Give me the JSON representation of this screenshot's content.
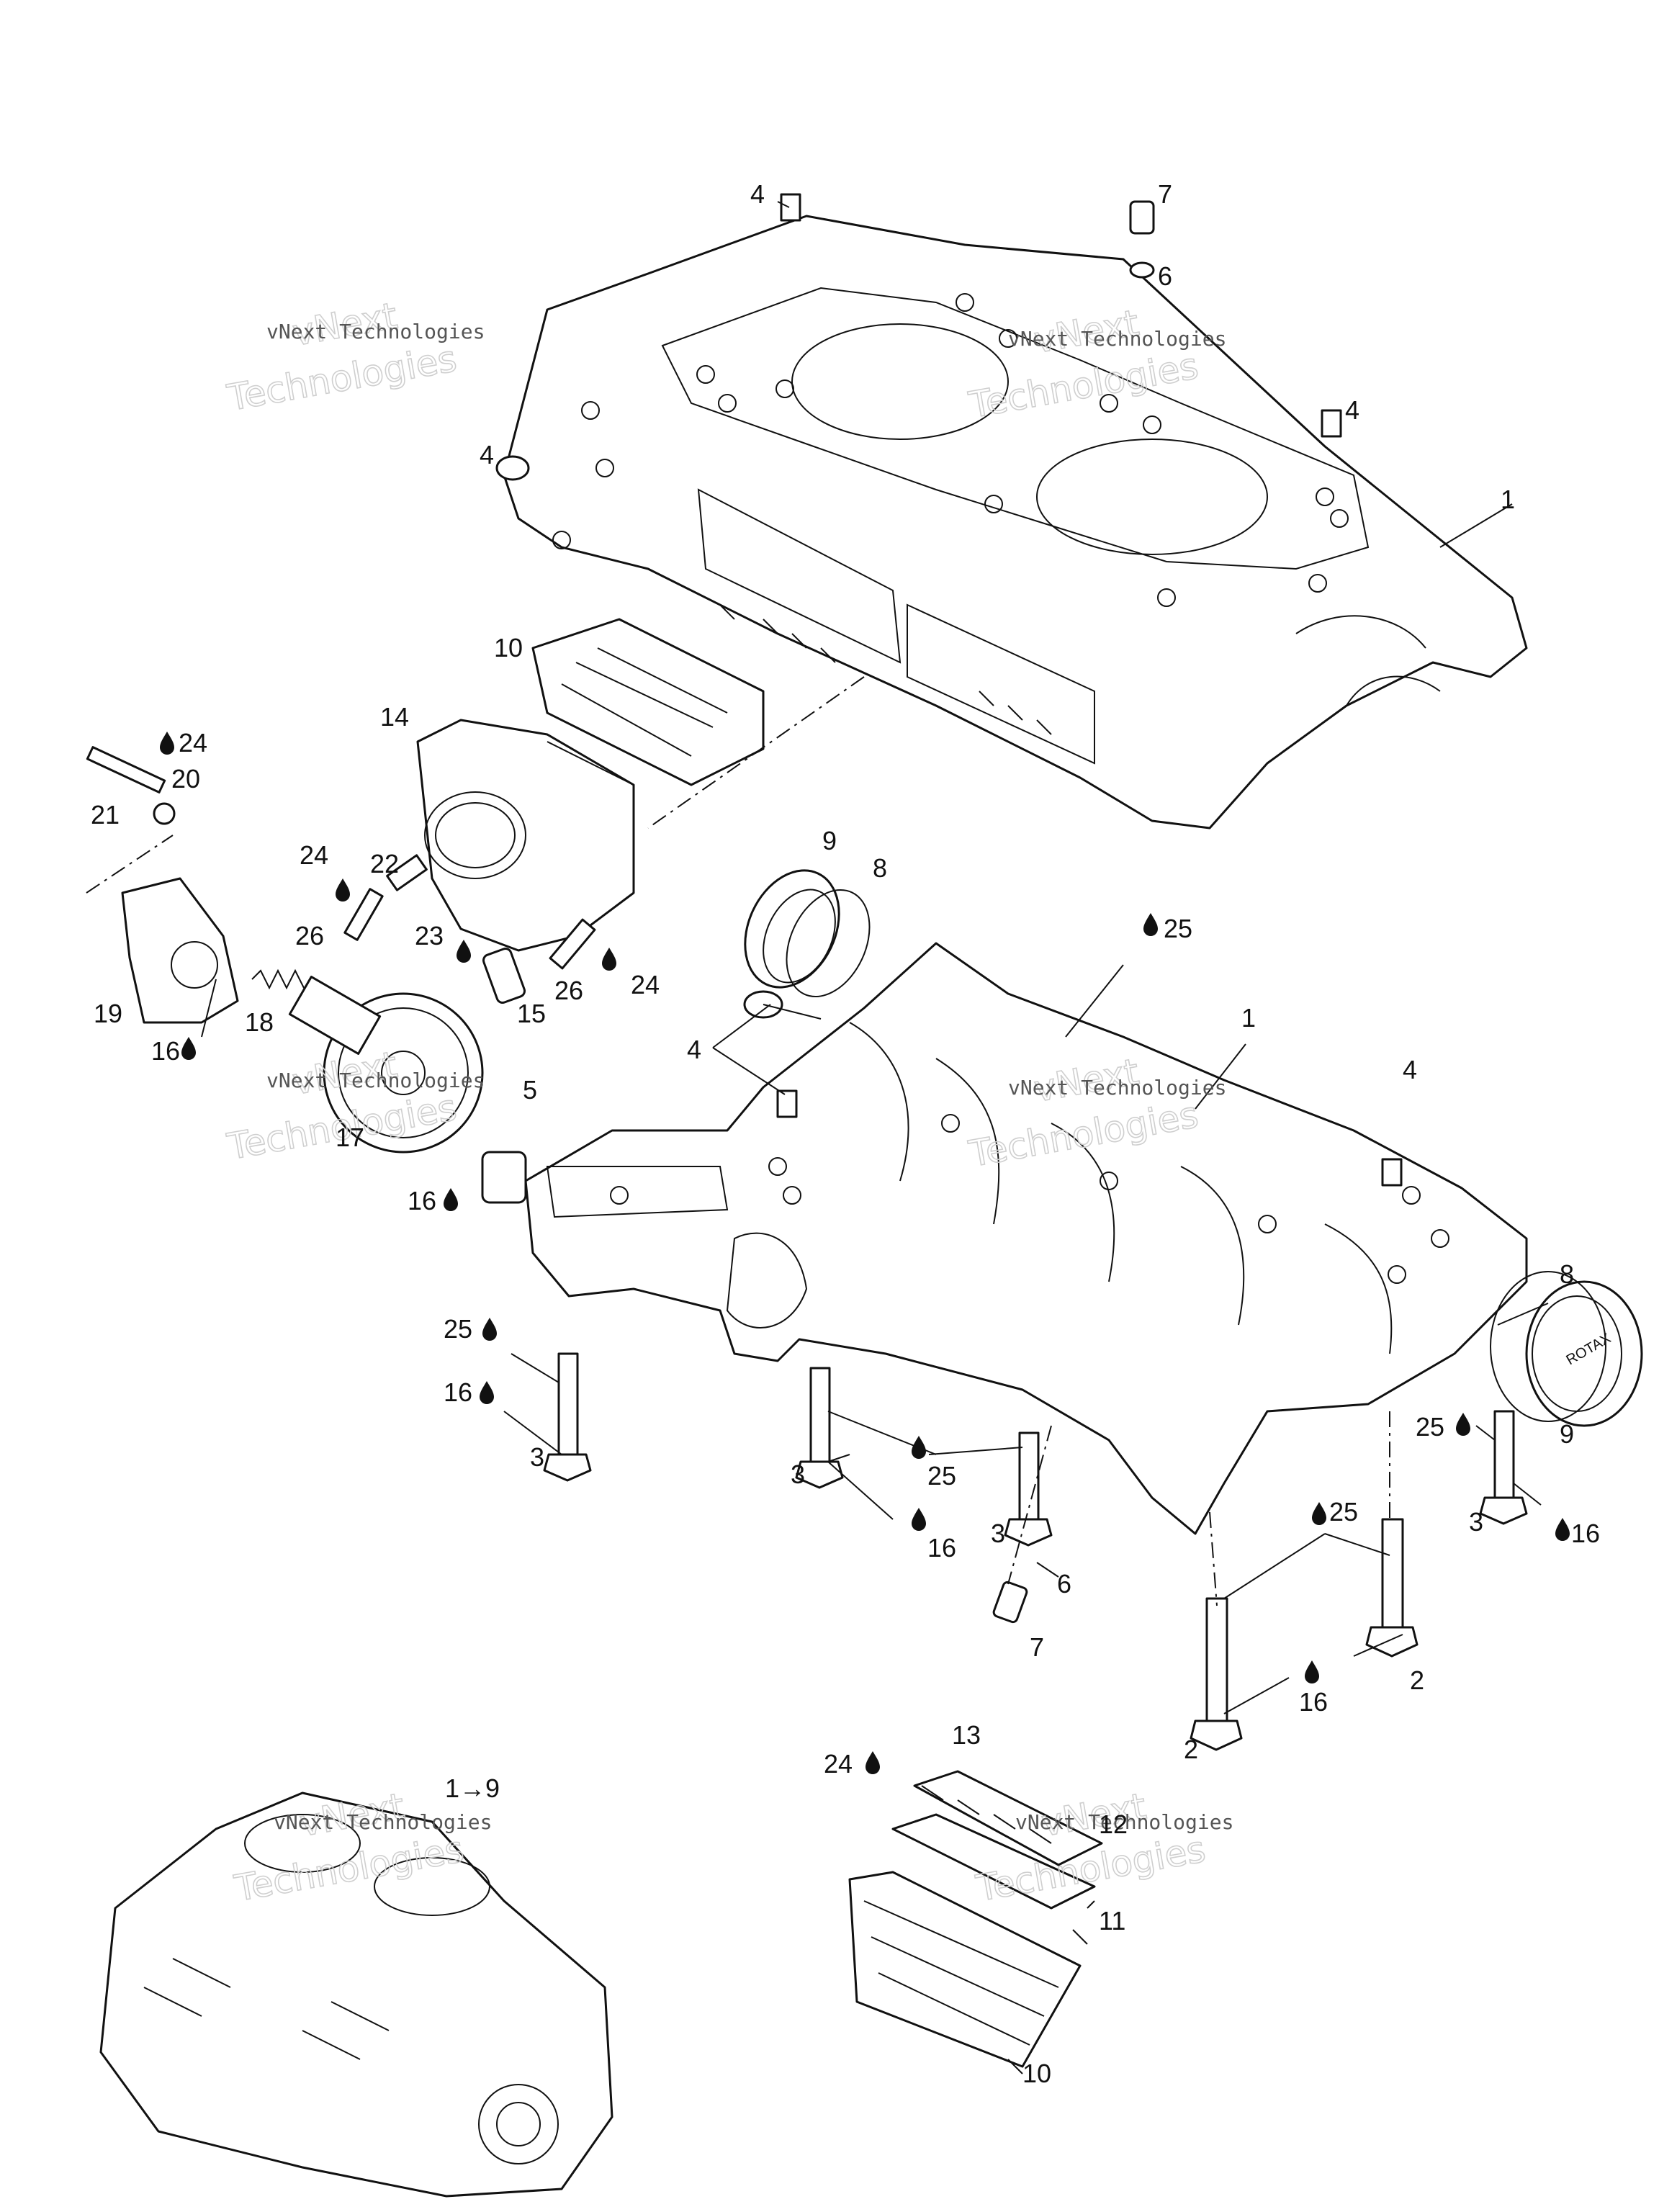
{
  "diagram": {
    "callouts": [
      {
        "key": "c-4a",
        "text": "4"
      },
      {
        "key": "c-7a",
        "text": "7"
      },
      {
        "key": "c-6a",
        "text": "6"
      },
      {
        "key": "c-4b",
        "text": "4"
      },
      {
        "key": "c-4c",
        "text": "4"
      },
      {
        "key": "c-1a",
        "text": "1"
      },
      {
        "key": "c-10a",
        "text": "10"
      },
      {
        "key": "c-14",
        "text": "14"
      },
      {
        "key": "c-24a",
        "text": "24"
      },
      {
        "key": "c-20",
        "text": "20"
      },
      {
        "key": "c-21",
        "text": "21"
      },
      {
        "key": "c-24b",
        "text": "24"
      },
      {
        "key": "c-22",
        "text": "22"
      },
      {
        "key": "c-26a",
        "text": "26"
      },
      {
        "key": "c-23",
        "text": "23"
      },
      {
        "key": "c-15",
        "text": "15"
      },
      {
        "key": "c-26b",
        "text": "26"
      },
      {
        "key": "c-24c",
        "text": "24"
      },
      {
        "key": "c-19",
        "text": "19"
      },
      {
        "key": "c-18",
        "text": "18"
      },
      {
        "key": "c-16a",
        "text": "16"
      },
      {
        "key": "c-9a",
        "text": "9"
      },
      {
        "key": "c-8a",
        "text": "8"
      },
      {
        "key": "c-25a",
        "text": "25"
      },
      {
        "key": "c-1b",
        "text": "1"
      },
      {
        "key": "c-4d",
        "text": "4"
      },
      {
        "key": "c-4e",
        "text": "4"
      },
      {
        "key": "c-5",
        "text": "5"
      },
      {
        "key": "c-17",
        "text": "17"
      },
      {
        "key": "c-16b",
        "text": "16"
      },
      {
        "key": "c-8b",
        "text": "8"
      },
      {
        "key": "c-9b",
        "text": "9"
      },
      {
        "key": "c-25b",
        "text": "25"
      },
      {
        "key": "c-16c",
        "text": "16"
      },
      {
        "key": "c-3a",
        "text": "3"
      },
      {
        "key": "c-3b",
        "text": "3"
      },
      {
        "key": "c-25c",
        "text": "25"
      },
      {
        "key": "c-16d",
        "text": "16"
      },
      {
        "key": "c-3c",
        "text": "3"
      },
      {
        "key": "c-25d",
        "text": "25"
      },
      {
        "key": "c-3d",
        "text": "3"
      },
      {
        "key": "c-16e",
        "text": "16"
      },
      {
        "key": "c-25e",
        "text": "25"
      },
      {
        "key": "c-6b",
        "text": "6"
      },
      {
        "key": "c-7b",
        "text": "7"
      },
      {
        "key": "c-16f",
        "text": "16"
      },
      {
        "key": "c-2a",
        "text": "2"
      },
      {
        "key": "c-2b",
        "text": "2"
      },
      {
        "key": "c-13",
        "text": "13"
      },
      {
        "key": "c-24d",
        "text": "24"
      },
      {
        "key": "c-12",
        "text": "12"
      },
      {
        "key": "c-11",
        "text": "11"
      },
      {
        "key": "c-10b",
        "text": "10"
      },
      {
        "key": "c-range",
        "text": "1→9"
      }
    ],
    "watermarks": [
      {
        "key": "w1",
        "text": "vNext Technologies",
        "big1": "vNext",
        "big2": "Technologies"
      },
      {
        "key": "w2",
        "text": "vNext Technologies",
        "big1": "vNext",
        "big2": "Technologies"
      },
      {
        "key": "w3",
        "text": "vNext Technologies",
        "big1": "vNext",
        "big2": "Technologies"
      },
      {
        "key": "w4",
        "text": "vNext Technologies",
        "big1": "vNext",
        "big2": "Technologies"
      },
      {
        "key": "w5",
        "text": "vNext Technologies",
        "big1": "vNext",
        "big2": "Technologies"
      },
      {
        "key": "w6",
        "text": "vNext Technologies",
        "big1": "vNext",
        "big2": "Technologies"
      }
    ],
    "badge_text": "ROTAX",
    "colors": {
      "ink": "#111111",
      "paper": "#ffffff",
      "watermark": "#cfcfcf"
    }
  }
}
